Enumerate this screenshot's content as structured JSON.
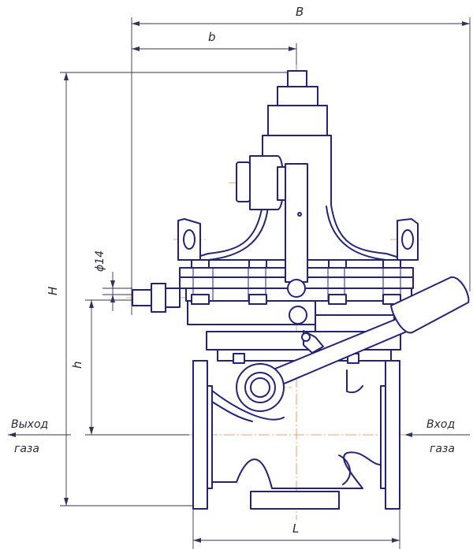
{
  "dimensions": {
    "B": "B",
    "b": "b",
    "H": "H",
    "h": "h",
    "L": "L",
    "phi14": "ϕ14"
  },
  "labels": {
    "outlet_line1": "Выход",
    "outlet_line2": "газа",
    "inlet_line1": "Вход",
    "inlet_line2": "газа"
  },
  "colors": {
    "outline": "#23237a",
    "centerline": "#e8844a",
    "dimension": "#333355"
  }
}
